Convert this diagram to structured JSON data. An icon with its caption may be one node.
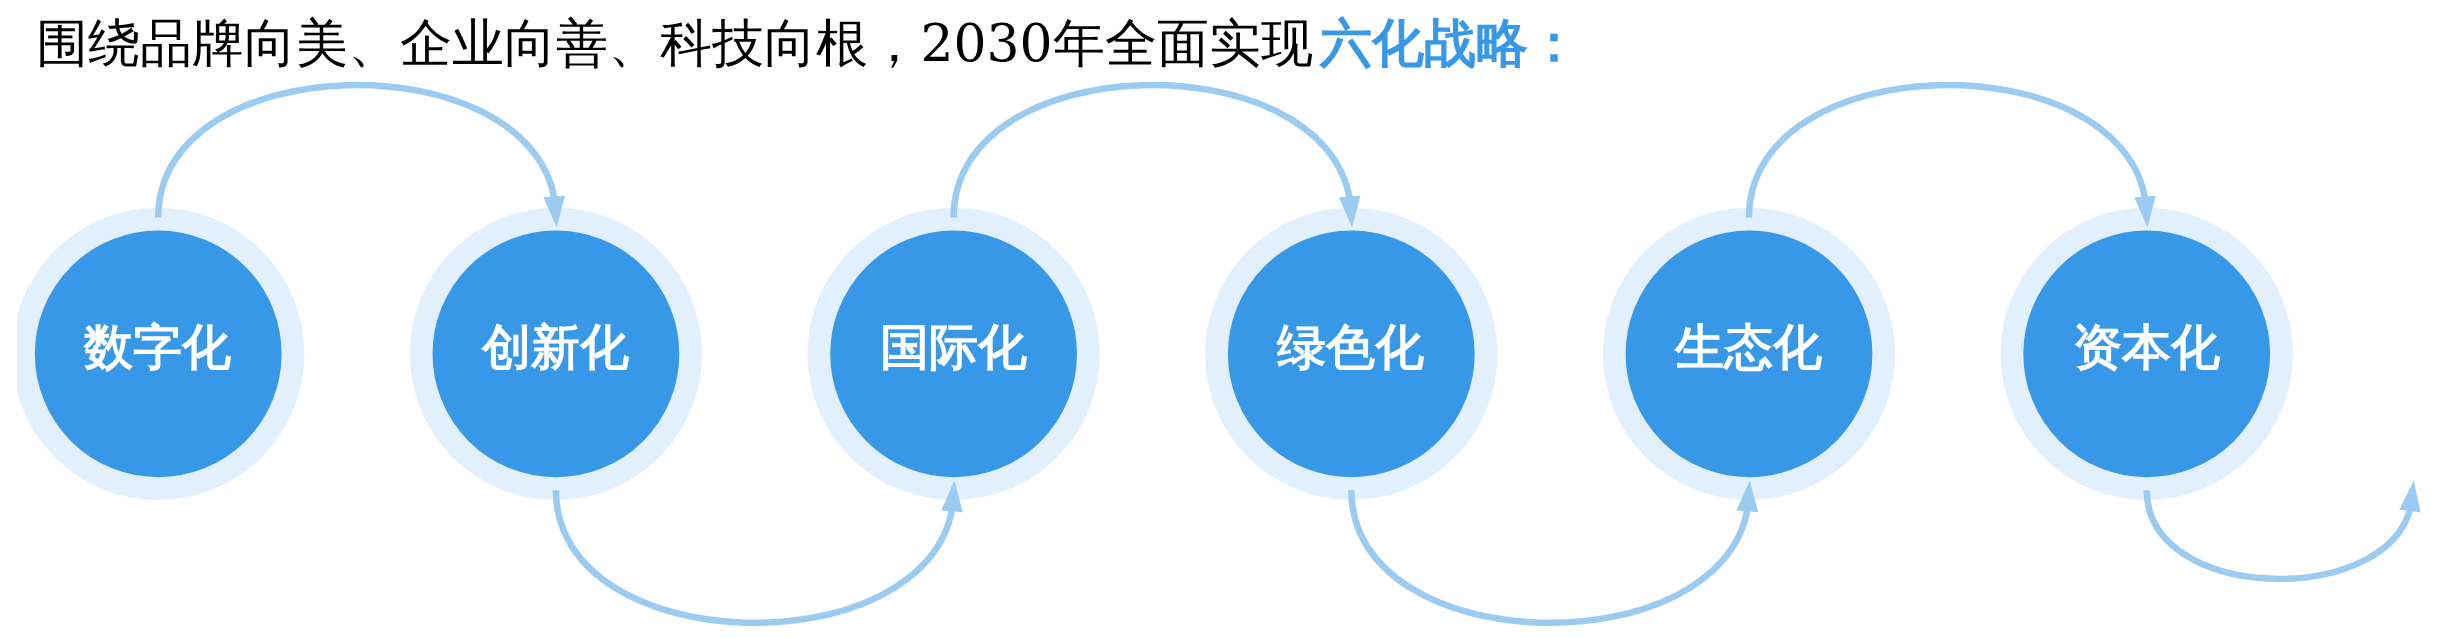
{
  "diagram": {
    "title": "围绕品牌向美、企业向善、科技向根，2030年全面实现**六化战略：**",
    "nodes": [
      {
        "text": [
          "数字化"
        ]
      },
      {
        "text": [
          "创新化"
        ]
      },
      {
        "text": [
          "国际化"
        ]
      },
      {
        "text": [
          "绿色化"
        ]
      },
      {
        "text": [
          "生态化"
        ]
      },
      {
        "text": [
          "资本化"
        ]
      }
    ],
    "edges": [
      {
        "from": 0,
        "to": 1,
        "arrow": "to"
      },
      {
        "from": 1,
        "to": 2,
        "arrow": "to"
      },
      {
        "from": 2,
        "to": 3,
        "arrow": "to"
      },
      {
        "from": 3,
        "to": 4,
        "arrow": "to"
      },
      {
        "from": 4,
        "to": 5,
        "arrow": "to"
      },
      {
        "from": 5,
        "to": null,
        "arrow": "to"
      }
    ]
  }
}
